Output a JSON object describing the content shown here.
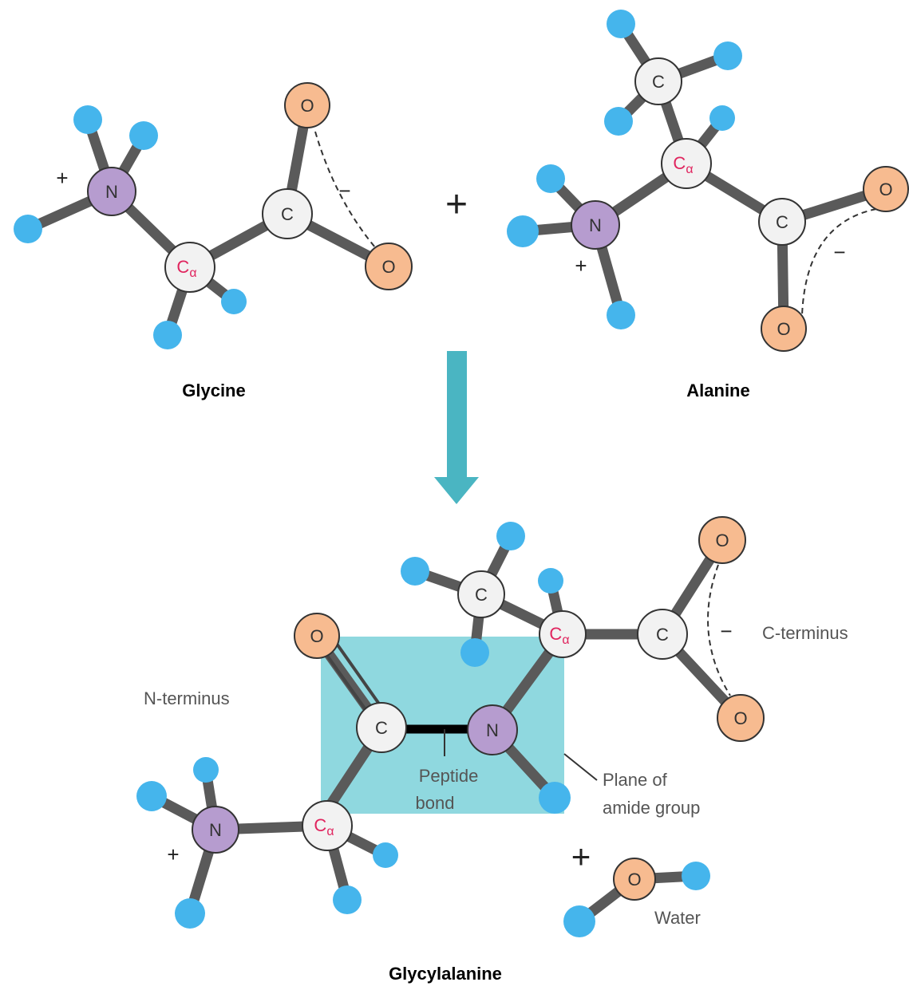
{
  "labels": {
    "glycine": "Glycine",
    "alanine": "Alanine",
    "product": "Glycylalanine",
    "n_terminus": "N-terminus",
    "c_terminus": "C-terminus",
    "peptide_bond_line1": "Peptide",
    "peptide_bond_line2": "bond",
    "amide_plane_line1": "Plane of",
    "amide_plane_line2": "amide group",
    "water": "Water"
  },
  "atoms": {
    "nitrogen": "N",
    "carbon": "C",
    "oxygen": "O",
    "alpha_carbon_main": "C",
    "alpha_carbon_sub": "α"
  },
  "symbols": {
    "plus": "+",
    "charge_positive": "+",
    "charge_negative": "−"
  },
  "colors": {
    "hydrogen": "#45b5ec",
    "nitrogen": "#b69ccf",
    "oxygen": "#f7bb90",
    "carbon": "#f2f2f2",
    "bond": "#5a5a5a",
    "amide_plane": "#8fd8df",
    "arrow": "#4ab5c2",
    "alpha_label": "#e0245e"
  }
}
